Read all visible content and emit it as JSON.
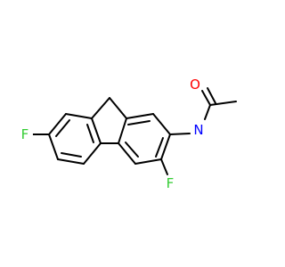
{
  "molecule": {
    "atoms": {
      "o1": {
        "label": "O",
        "color": "#ff0000"
      },
      "n1": {
        "label": "N",
        "color": "#0000ff"
      },
      "f1": {
        "label": "F",
        "color": "#33cc33"
      },
      "f2": {
        "label": "F",
        "color": "#33cc33"
      }
    },
    "bond_color": "#000000"
  }
}
